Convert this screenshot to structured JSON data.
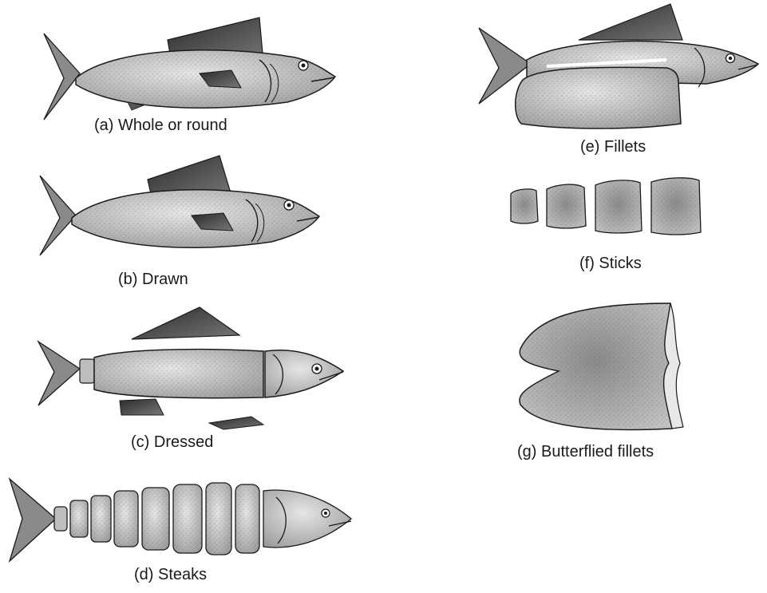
{
  "figure": {
    "panels": [
      {
        "id": "a",
        "caption": "(a) Whole or round"
      },
      {
        "id": "b",
        "caption": "(b) Drawn"
      },
      {
        "id": "c",
        "caption": "(c) Dressed"
      },
      {
        "id": "d",
        "caption": "(d) Steaks"
      },
      {
        "id": "e",
        "caption": "(e) Fillets"
      },
      {
        "id": "f",
        "caption": "(f) Sticks"
      },
      {
        "id": "g",
        "caption": "(g) Butterflied fillets"
      }
    ]
  },
  "colors": {
    "ink": "#1a1a1a",
    "fish_body": "#cfcfcf",
    "fish_shade": "#9a9a9a",
    "fin_dark": "#3a3a3a",
    "fillet": "#b8b8b8",
    "background": "#ffffff"
  }
}
